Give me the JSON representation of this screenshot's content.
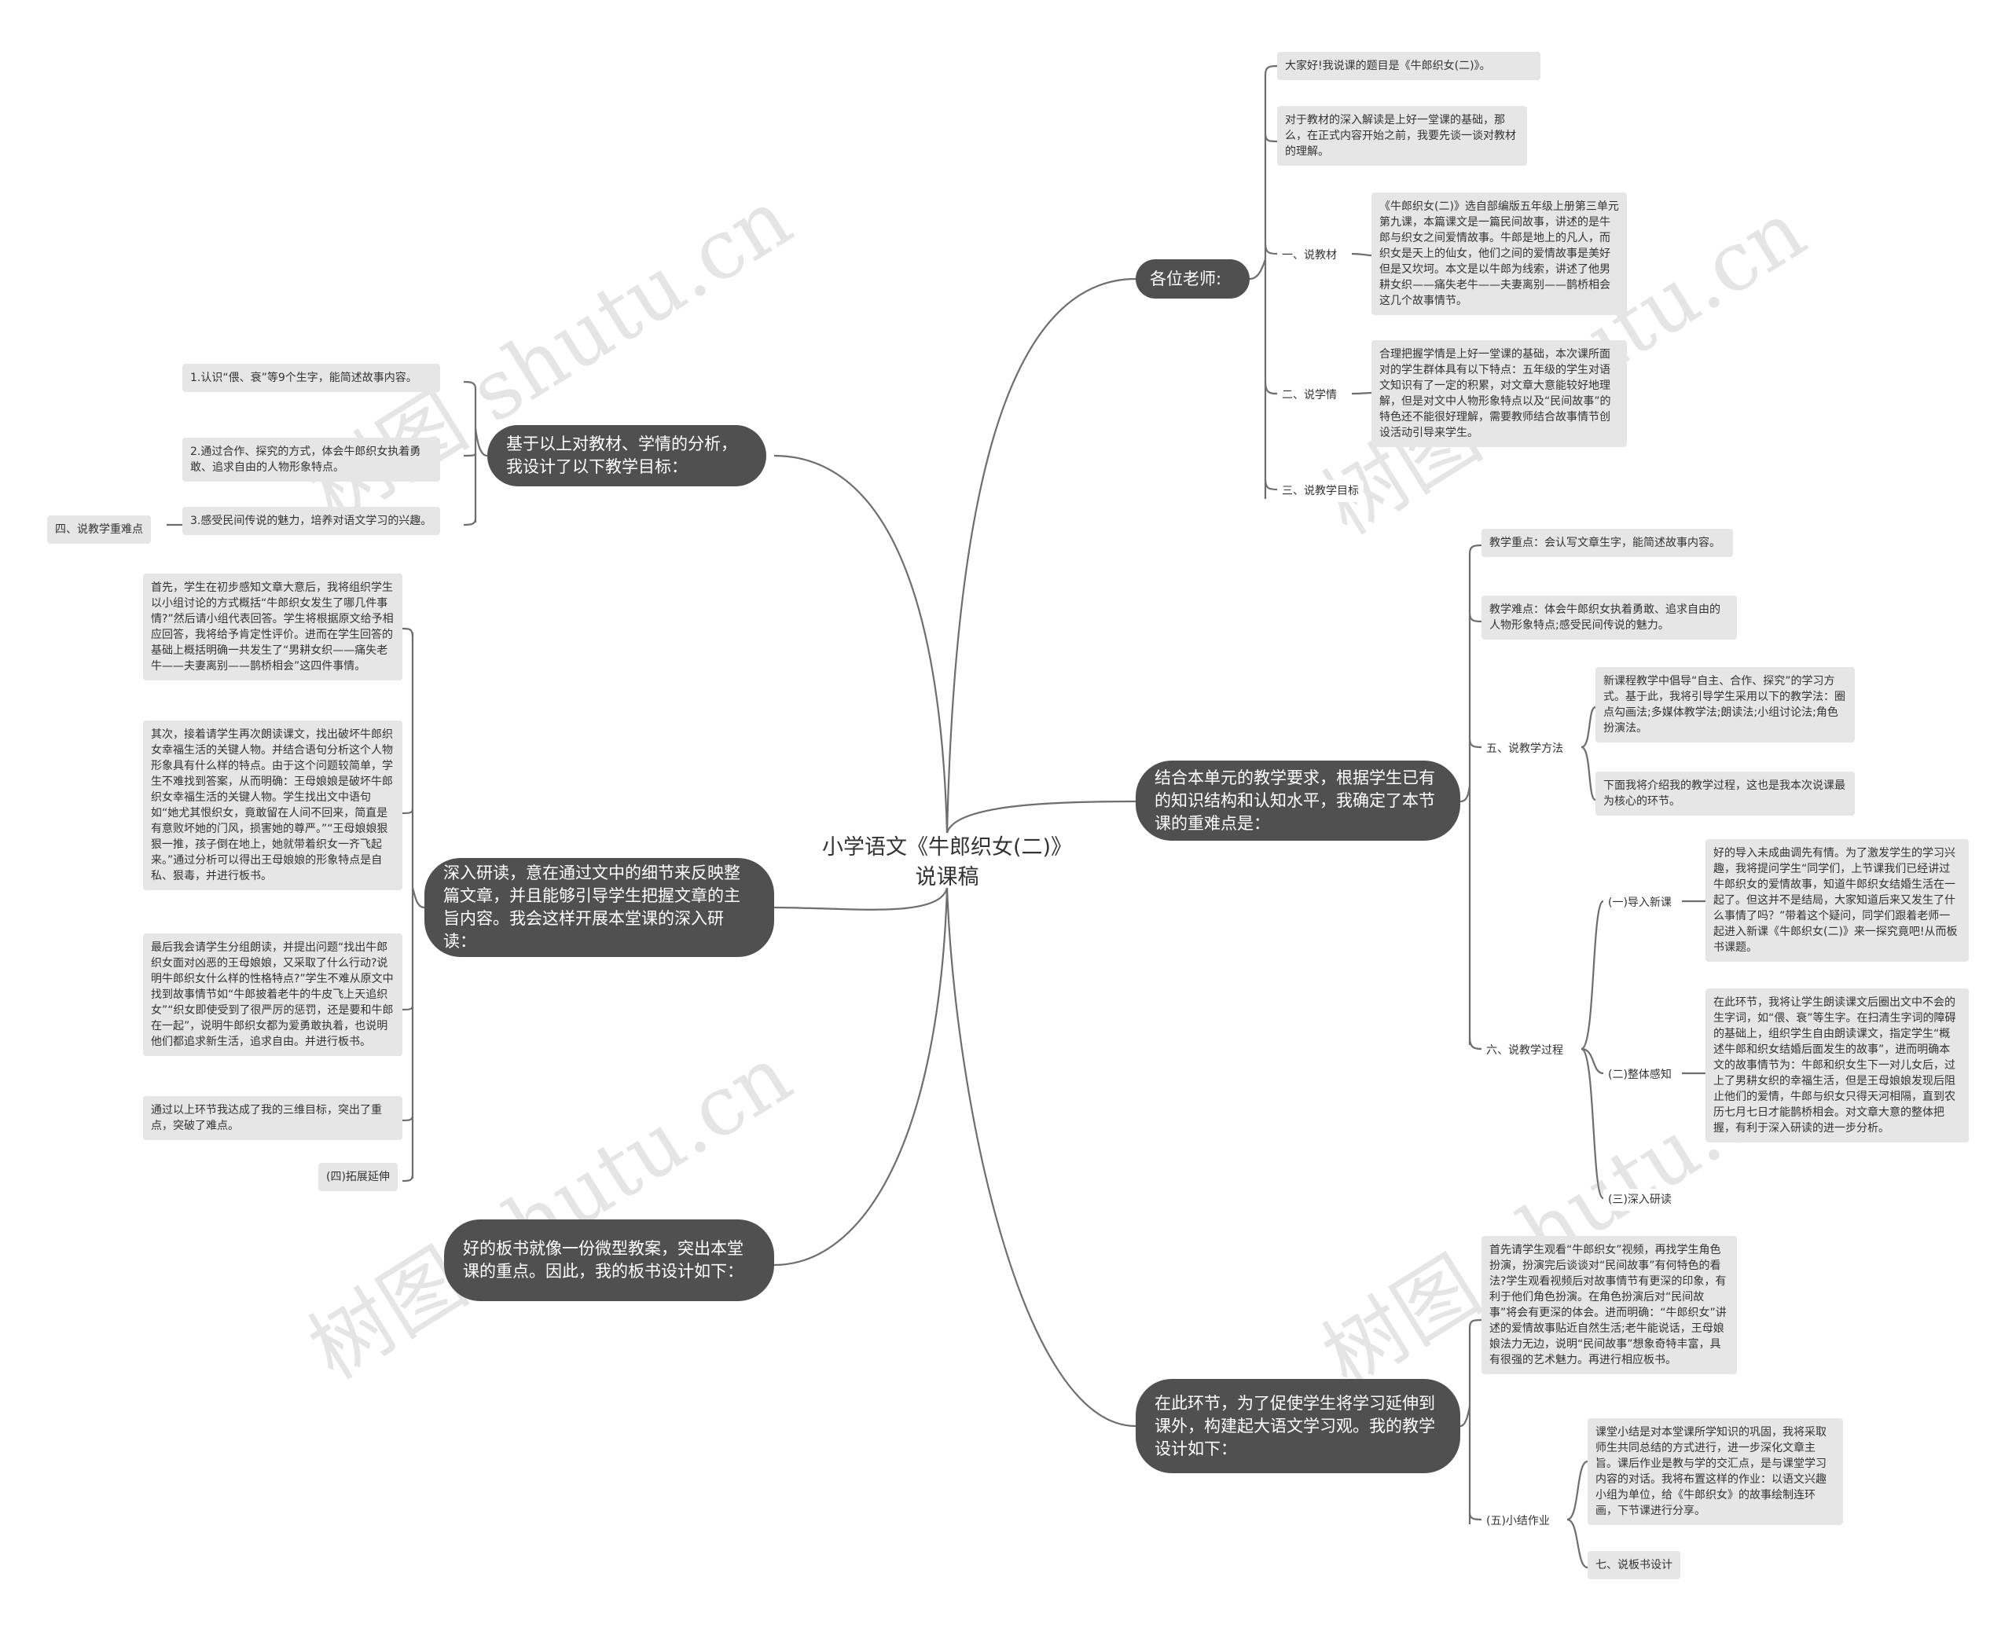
{
  "center": {
    "title": "小学语文《牛郎织女(二)》说课稿"
  },
  "watermark": "树图 shutu.cn",
  "right_branches": {
    "b1": {
      "label": "各位老师:",
      "items": {
        "greeting": "大家好!我说课的题目是《牛郎织女(二)》。",
        "intro": "对于教材的深入解读是上好一堂课的基础，那么，在正式内容开始之前，我要先谈一谈对教材的理解。",
        "jiaocai_label": "一、说教材",
        "jiaocai_text": "《牛郎织女(二)》选自部编版五年级上册第三单元第九课，本篇课文是一篇民间故事，讲述的是牛郎与织女之间爱情故事。牛郎是地上的凡人，而织女是天上的仙女，他们之间的爱情故事是美好但是又坎坷。本文是以牛郎为线索，讲述了他男耕女织——痛失老牛——夫妻离别——鹊桥相会这几个故事情节。",
        "xueqing_label": "二、说学情",
        "xueqing_text": "合理把握学情是上好一堂课的基础，本次课所面对的学生群体具有以下特点：五年级的学生对语文知识有了一定的积累，对文章大意能较好地理解，但是对文中人物形象特点以及“民间故事”的特色还不能很好理解，需要教师结合故事情节创设活动引导来学生。",
        "mubiao_label": "三、说教学目标"
      }
    },
    "b2": {
      "label": "结合本单元的教学要求，根据学生已有的知识结构和认知水平，我确定了本节课的重难点是：",
      "items": {
        "zhongdian": "教学重点：会认写文章生字，能简述故事内容。",
        "nandian": "教学难点：体会牛郎织女执着勇敢、追求自由的人物形象特点;感受民间传说的魅力。",
        "fangfa_label": "五、说教学方法",
        "fangfa_text1": "新课程教学中倡导“自主、合作、探究”的学习方式。基于此，我将引导学生采用以下的教学法：圈点勾画法;多媒体教学法;朗读法;小组讨论法;角色扮演法。",
        "fangfa_text2": "下面我将介绍我的教学过程，这也是我本次说课最为核心的环节。",
        "guocheng_label": "六、说教学过程",
        "daoru_label": "(一)导入新课",
        "daoru_text": "好的导入未成曲调先有情。为了激发学生的学习兴趣，我将提问学生“同学们，上节课我们已经讲过牛郎织女的爱情故事，知道牛郎织女结婚生活在一起了。但这并不是结局，大家知道后来又发生了什么事情了吗？”带着这个疑问，同学们跟着老师一起进入新课《牛郎织女(二)》来一探究竟吧!从而板书课题。",
        "ganzhi_label": "(二)整体感知",
        "ganzhi_text": "在此环节，我将让学生朗读课文后圈出文中不会的生字词，如“偎、衰”等生字。在扫清生字词的障碍的基础上，组织学生自由朗读课文，指定学生“概述牛郎和织女结婚后面发生的故事”，进而明确本文的故事情节为：牛郎和织女生下一对儿女后，过上了男耕女织的幸福生活，但是王母娘娘发现后阻止他们的爱情，牛郎与织女只得天河相隔，直到农历七月七日才能鹊桥相会。对文章大意的整体把握，有利于深入研读的进一步分析。",
        "yandu_label": "(三)深入研读"
      }
    },
    "b3": {
      "label": "在此环节，为了促使学生将学习延伸到课外，构建起大语文学习观。我的教学设计如下：",
      "items": {
        "yanshen_text": "首先请学生观看“牛郎织女”视频，再找学生角色扮演，扮演完后谈谈对“民间故事”有何特色的看法?学生观看视频后对故事情节有更深的印象，有利于他们角色扮演。在角色扮演后对“民间故事”将会有更深的体会。进而明确：“牛郎织女”讲述的爱情故事贴近自然生活;老牛能说话，王母娘娘法力无边，说明“民间故事”想象奇特丰富，具有很强的艺术魅力。再进行相应板书。",
        "xiaojie_label": "(五)小结作业",
        "xiaojie_text": "课堂小结是对本堂课所学知识的巩固，我将采取师生共同总结的方式进行，进一步深化文章主旨。课后作业是教与学的交汇点，是与课堂学习内容的对话。我将布置这样的作业：以语文兴趣小组为单位，给《牛郎织女》的故事绘制连环画，下节课进行分享。",
        "banshu_label": "七、说板书设计"
      }
    }
  },
  "left_branches": {
    "l1": {
      "label": "基于以上对教材、学情的分析，我设计了以下教学目标：",
      "items": {
        "goal1": "1.认识“偎、衰”等9个生字，能简述故事内容。",
        "goal2": "2.通过合作、探究的方式，体会牛郎织女执着勇敢、追求自由的人物形象特点。",
        "goal3": "3.感受民间传说的魅力，培养对语文学习的兴趣。",
        "zhongnandian_label": "四、说教学重难点"
      }
    },
    "l2": {
      "label": "深入研读，意在通过文中的细节来反映整篇文章，并且能够引导学生把握文章的主旨内容。我会这样开展本堂课的深入研读：",
      "items": {
        "step1": "首先，学生在初步感知文章大意后，我将组织学生以小组讨论的方式概括“牛郎织女发生了哪几件事情?”然后请小组代表回答。学生将根据原文给予相应回答，我将给予肯定性评价。进而在学生回答的基础上概括明确一共发生了“男耕女织——痛失老牛——夫妻离别——鹊桥相会”这四件事情。",
        "step2": "其次，接着请学生再次朗读课文，找出破坏牛郎织女幸福生活的关键人物。并结合语句分析这个人物形象具有什么样的特点。由于这个问题较简单，学生不难找到答案，从而明确：王母娘娘是破坏牛郎织女幸福生活的关键人物。学生找出文中语句如“她尤其恨织女，竟敢留在人间不回来，简直是有意败坏她的门风，损害她的尊严。”“王母娘娘狠狠一推，孩子倒在地上，她就带着织女一齐飞起来。”通过分析可以得出王母娘娘的形象特点是自私、狠毒，并进行板书。",
        "step3": "最后我会请学生分组朗读，并提出问题“找出牛郎织女面对凶恶的王母娘娘，又采取了什么行动?说明牛郎织女什么样的性格特点?”学生不难从原文中找到故事情节如“牛郎披着老牛的牛皮飞上天追织女”“织女即使受到了很严厉的惩罚，还是要和牛郎在一起”，说明牛郎织女都为爱勇敢执着，也说明他们都追求新生活，追求自由。并进行板书。",
        "step4": "通过以上环节我达成了我的三维目标，突出了重点，突破了难点。",
        "tuozhan_label": "(四)拓展延伸"
      }
    },
    "l3": {
      "label": "好的板书就像一份微型教案，突出本堂课的重点。因此，我的板书设计如下："
    }
  }
}
